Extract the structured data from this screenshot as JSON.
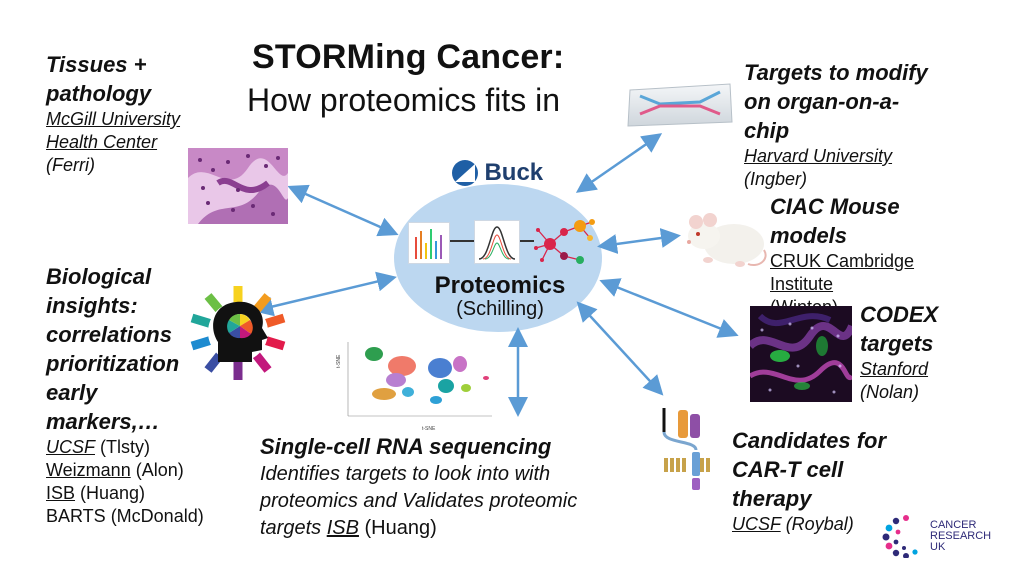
{
  "title": {
    "line1": "STORMing Cancer:",
    "line2": "How proteomics fits in"
  },
  "center": {
    "logo_text": "Buck",
    "label": "Proteomics",
    "person": "(Schilling)"
  },
  "tissues": {
    "heading1": "Tissues +",
    "heading2": "pathology",
    "inst1": "McGill University",
    "inst2": "Health Center",
    "person": "(Ferri)"
  },
  "bio": {
    "h1": "Biological",
    "h2": "insights:",
    "h3": "correlations",
    "h4": "prioritization",
    "h5": "early",
    "h6": "markers,…",
    "refs": [
      {
        "inst": "UCSF",
        "person": " (Tlsty)"
      },
      {
        "inst": "Weizmann",
        "person": " (Alon)"
      },
      {
        "inst": "ISB",
        "person": " (Huang)"
      },
      {
        "inst": "",
        "person": "BARTS (McDonald)"
      }
    ]
  },
  "scrna": {
    "heading": "Single-cell RNA sequencing",
    "line1": "Identifies targets to look into with",
    "line2": "proteomics and Validates proteomic",
    "line3": "targets ",
    "inst": "ISB",
    "person": " (Huang)",
    "ylabel": "t-SNE",
    "xlabel": "t-SNE"
  },
  "organ": {
    "h1": "Targets to modify",
    "h2": "on organ-on-a-",
    "h3": "chip",
    "inst": "Harvard University",
    "person": "(Ingber)"
  },
  "mouse": {
    "h1": "CIAC Mouse",
    "h2": "models",
    "inst1": "CRUK Cambridge",
    "inst2": "Institute",
    "person": "(Winton)"
  },
  "codex": {
    "h1": "CODEX",
    "h2": "targets",
    "inst": "Stanford",
    "person": "(Nolan)"
  },
  "cart": {
    "h1": "Candidates for",
    "h2": "CAR-T cell",
    "h3": "therapy",
    "inst": "UCSF",
    "person": " (Roybal)"
  },
  "cruk": {
    "line1": "CANCER",
    "line2": "RESEARCH",
    "line3": "UK"
  },
  "colors": {
    "arrow": "#5b9bd5",
    "ellipse": "#bcd7f0",
    "cruk": "#2e2a78"
  }
}
